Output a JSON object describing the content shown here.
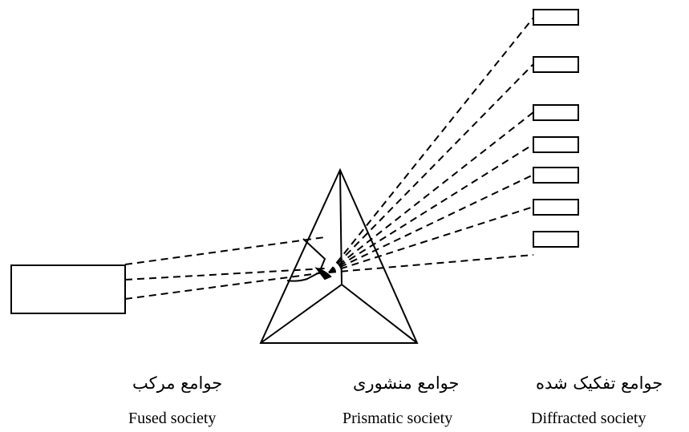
{
  "labels": {
    "fused": {
      "fa": "جوامع مرکب",
      "en": "Fused society"
    },
    "prismatic": {
      "fa": "جوامع منشوری",
      "en": "Prismatic society"
    },
    "diffracted": {
      "fa": "جوامع تفکیک شده",
      "en": "Diffracted society"
    }
  },
  "colors": {
    "stroke": "#000000",
    "background": "#ffffff"
  }
}
